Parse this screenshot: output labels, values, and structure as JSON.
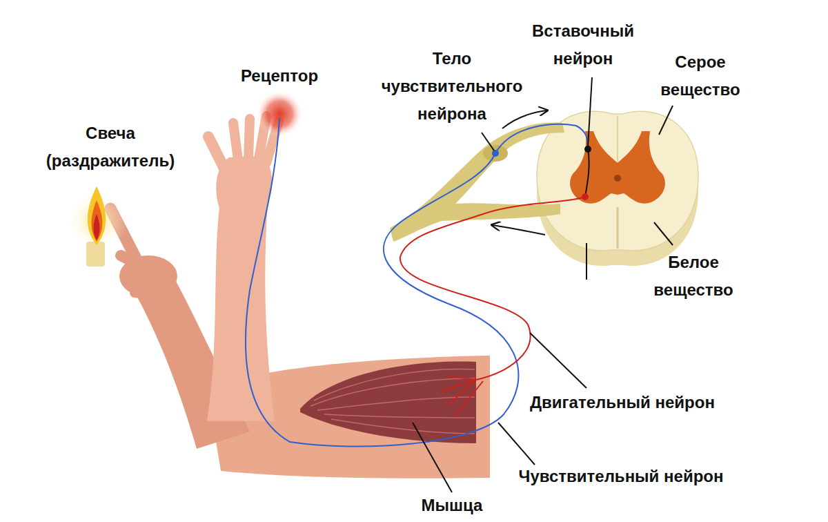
{
  "diagram": {
    "labels": [
      "Свеча (раздражитель)",
      "Рецептор",
      "Тело чувствительного нейрона",
      "Вставочный нейрон",
      "Серое вещество",
      "Белое вещество",
      "Двигательный нейрон",
      "Чувствительный нейрон",
      "Мышца"
    ]
  }
}
